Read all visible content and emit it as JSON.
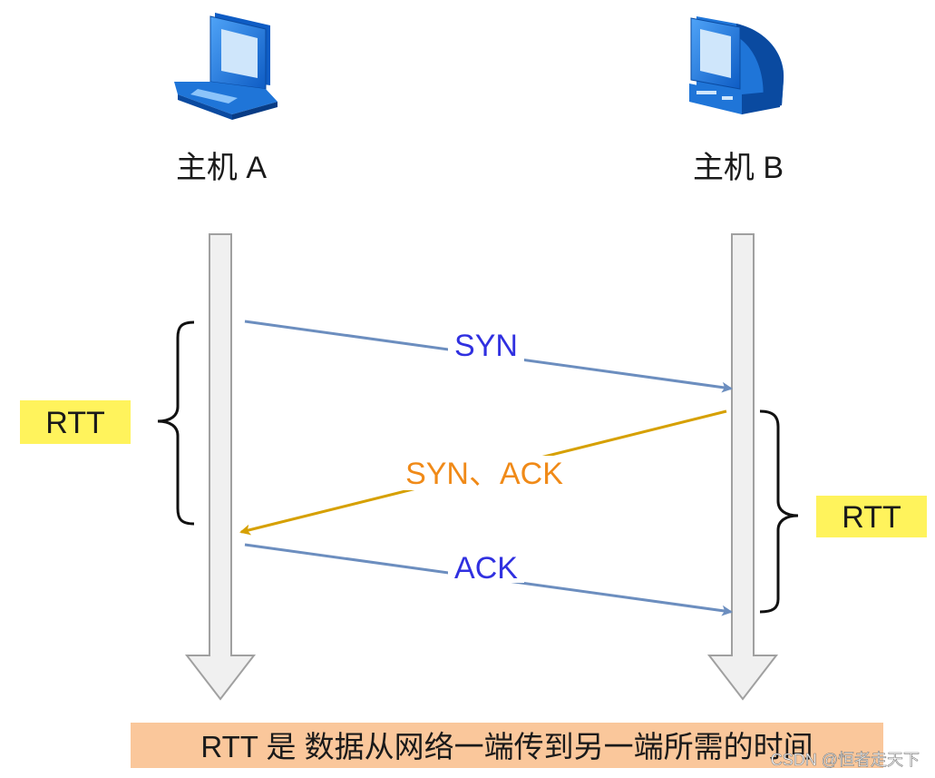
{
  "hosts": {
    "a": {
      "name": "主机 A",
      "icon": "laptop-icon"
    },
    "b": {
      "name": "主机 B",
      "icon": "desktop-computer-icon"
    }
  },
  "messages": {
    "syn": {
      "label": "SYN",
      "from": "主机 A",
      "to": "主机 B",
      "label_color": "#3030e0",
      "line_color": "#6c8ebf"
    },
    "syn_ack": {
      "label": "SYN、ACK",
      "from": "主机 B",
      "to": "主机 A",
      "label_color": "#f08a18",
      "line_color": "#d6a000"
    },
    "ack": {
      "label": "ACK",
      "from": "主机 A",
      "to": "主机 B",
      "label_color": "#3030e0",
      "line_color": "#6c8ebf"
    }
  },
  "rtt": {
    "left_label": "RTT",
    "right_label": "RTT",
    "highlight_color": "#fff35c"
  },
  "caption": {
    "text": "RTT 是 数据从网络一端传到另一端所需的时间",
    "background": "#fac79b"
  },
  "watermark": "CSDN @恒者走天下",
  "colors": {
    "timeline_fill": "#f0f0f0",
    "timeline_stroke": "#a0a0a0",
    "icon_blue": "#1f75d8"
  }
}
